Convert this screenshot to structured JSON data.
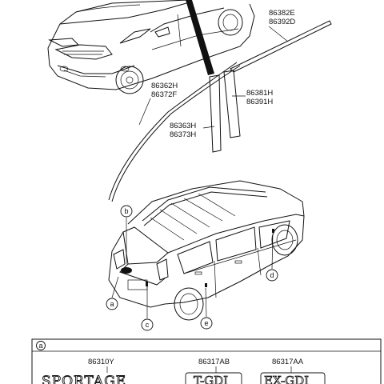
{
  "parts": {
    "p86382E": "86382E",
    "p86392D": "86392D",
    "p86362H": "86362H",
    "p86372F": "86372F",
    "p86381H": "86381H",
    "p86391H": "86391H",
    "p86363H": "86363H",
    "p86373H": "86373H"
  },
  "callouts": {
    "a": "a",
    "b": "b",
    "c": "c",
    "d": "d",
    "e": "e"
  },
  "emblem_table": {
    "section_letter": "a",
    "col1_part": "86310Y",
    "col2_part": "86317AB",
    "col3_part": "86317AA",
    "col1_emblem": "SPORTAGE",
    "col2_emblem": "T-GDI",
    "col3_emblem": "EX-GDI"
  }
}
